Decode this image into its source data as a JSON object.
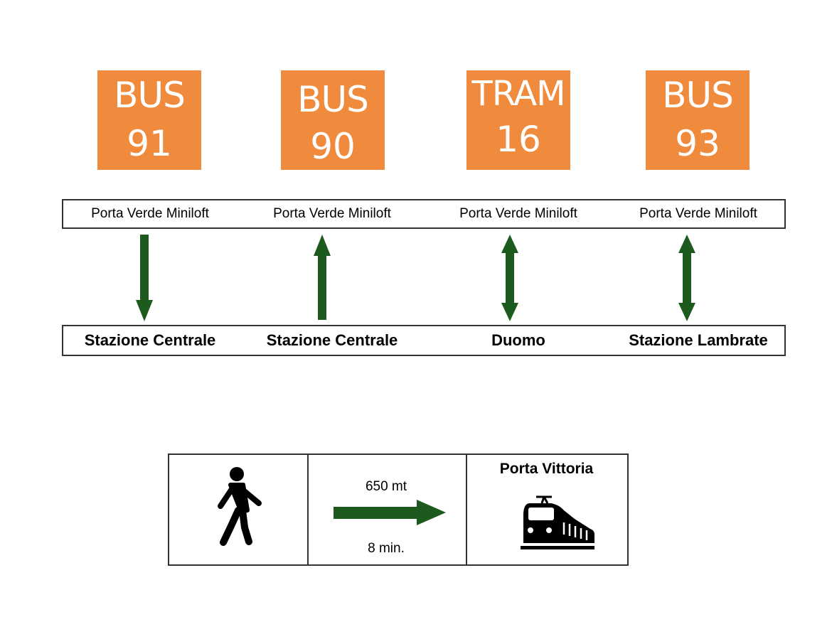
{
  "signs": [
    {
      "mode": "BUS",
      "number": "91"
    },
    {
      "mode": "BUS",
      "number": "90"
    },
    {
      "mode": "TRAM",
      "number": "16"
    },
    {
      "mode": "BUS",
      "number": "93"
    }
  ],
  "routes": [
    {
      "origin": "Porta Verde Miniloft",
      "destination": "Stazione Centrale",
      "direction": "down"
    },
    {
      "origin": "Porta Verde Miniloft",
      "destination": "Stazione Centrale",
      "direction": "up"
    },
    {
      "origin": "Porta Verde Miniloft",
      "destination": "Duomo",
      "direction": "both"
    },
    {
      "origin": "Porta Verde Miniloft",
      "destination": "Stazione Lambrate",
      "direction": "both"
    }
  ],
  "walk": {
    "distance": "650 mt",
    "time": "8 min.",
    "destination": "Porta Vittoria",
    "person_icon": "walking-person-icon",
    "train_icon": "train-icon"
  },
  "colors": {
    "sign_background": "#f08a3c",
    "sign_text": "#ffffff",
    "arrow": "#1d5a1d"
  }
}
